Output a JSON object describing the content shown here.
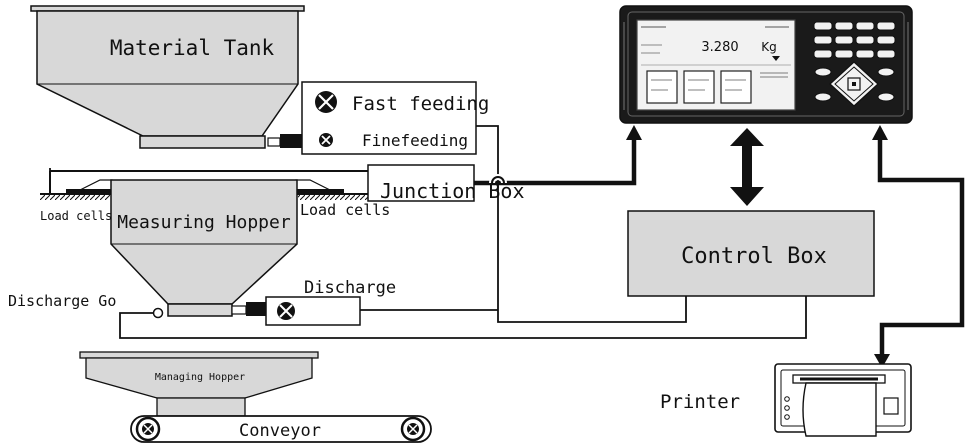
{
  "labels": {
    "material_tank": "Material Tank",
    "fast_feeding": "Fast feeding",
    "fine_feeding": "Finefeeding",
    "junction_box": "Junction Box",
    "load_cells_left": "Load cells",
    "load_cells_right": "Load cells",
    "measuring_hopper": "Measuring Hopper",
    "discharge_go": "Discharge Go",
    "discharge": "Discharge",
    "managing_hopper": "Managing Hopper",
    "conveyor": "Conveyor",
    "control_box": "Control Box",
    "printer": "Printer"
  },
  "indicator": {
    "display_value": "3.280",
    "display_unit": "Kg"
  }
}
